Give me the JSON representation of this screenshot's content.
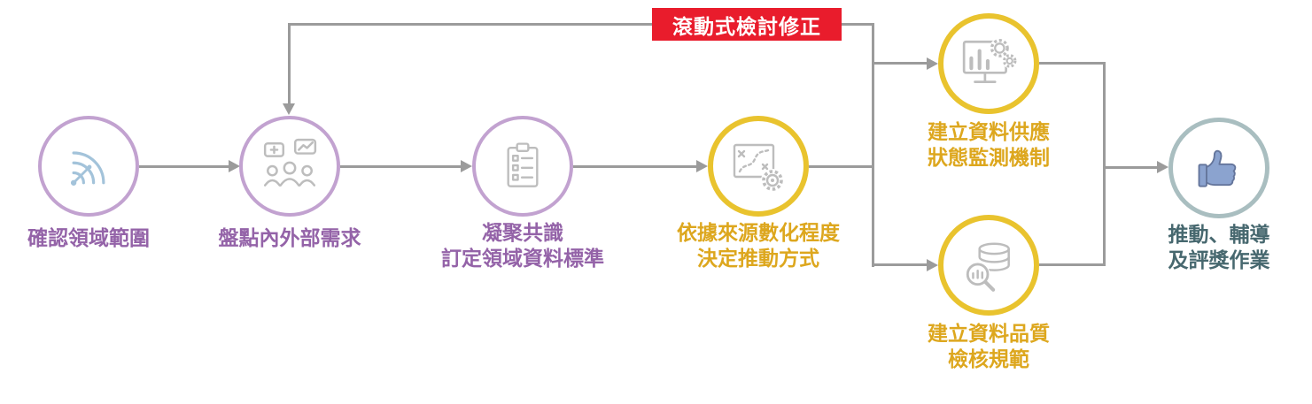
{
  "diagram": {
    "feedback_badge": {
      "label": "滾動式檢討修正"
    },
    "nodes": [
      {
        "id": "confirm-domain-scope",
        "theme": "purple",
        "lines": [
          "確認領域範圍"
        ]
      },
      {
        "id": "inventory-needs",
        "theme": "purple",
        "lines": [
          "盤點內外部需求"
        ]
      },
      {
        "id": "consensus-standards",
        "theme": "purple",
        "lines": [
          "凝聚共識",
          "訂定領域資料標準"
        ]
      },
      {
        "id": "decide-approach",
        "theme": "yellow",
        "lines": [
          "依據來源數化程度",
          "決定推動方式"
        ]
      },
      {
        "id": "supply-monitoring",
        "theme": "yellow",
        "lines": [
          "建立資料供應",
          "狀態監測機制"
        ]
      },
      {
        "id": "quality-check",
        "theme": "yellow",
        "lines": [
          "建立資料品質",
          "檢核規範"
        ]
      },
      {
        "id": "promotion-awards",
        "theme": "teal",
        "lines": [
          "推動、輔導",
          "及評獎作業"
        ]
      }
    ],
    "colors": {
      "purple_ring": "#c2a2d0",
      "purple_text": "#9463a8",
      "yellow_ring": "#e9c32e",
      "yellow_text": "#dda71e",
      "teal_ring": "#a9bec0",
      "teal_text": "#47686f",
      "line": "#9b9b9b",
      "badge_bg": "#e91c2c",
      "badge_text": "#ffffff",
      "icon_gray": "#bdbdbd",
      "icon_blue": "#a3c3da",
      "thumb_blue": "#8ba3cf",
      "thumb_outline": "#64759b"
    }
  }
}
